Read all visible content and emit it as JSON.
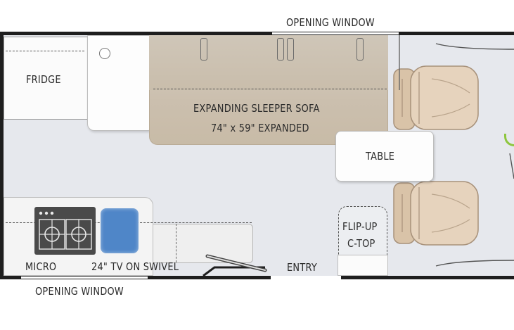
{
  "labels": {
    "opening_window_top": "OPENING WINDOW",
    "opening_window_bottom": "OPENING WINDOW",
    "fridge": "FRIDGE",
    "sofa_line1": "EXPANDING SLEEPER SOFA",
    "sofa_line2": "74\" x 59\" EXPANDED",
    "table": "TABLE",
    "flip_up_line1": "FLIP-UP",
    "flip_up_line2": "C-TOP",
    "micro": "MICRO",
    "tv": "24\" TV ON SWIVEL",
    "entry": "ENTRY"
  },
  "colors": {
    "floor": "#e6e8ed",
    "wall": "#1e1e1e",
    "sofa": "#cbbfae",
    "seat": "#e2cdb5",
    "sink": "#4f86c8",
    "stove": "#4a4a4a",
    "accent": "#8ec63f"
  }
}
